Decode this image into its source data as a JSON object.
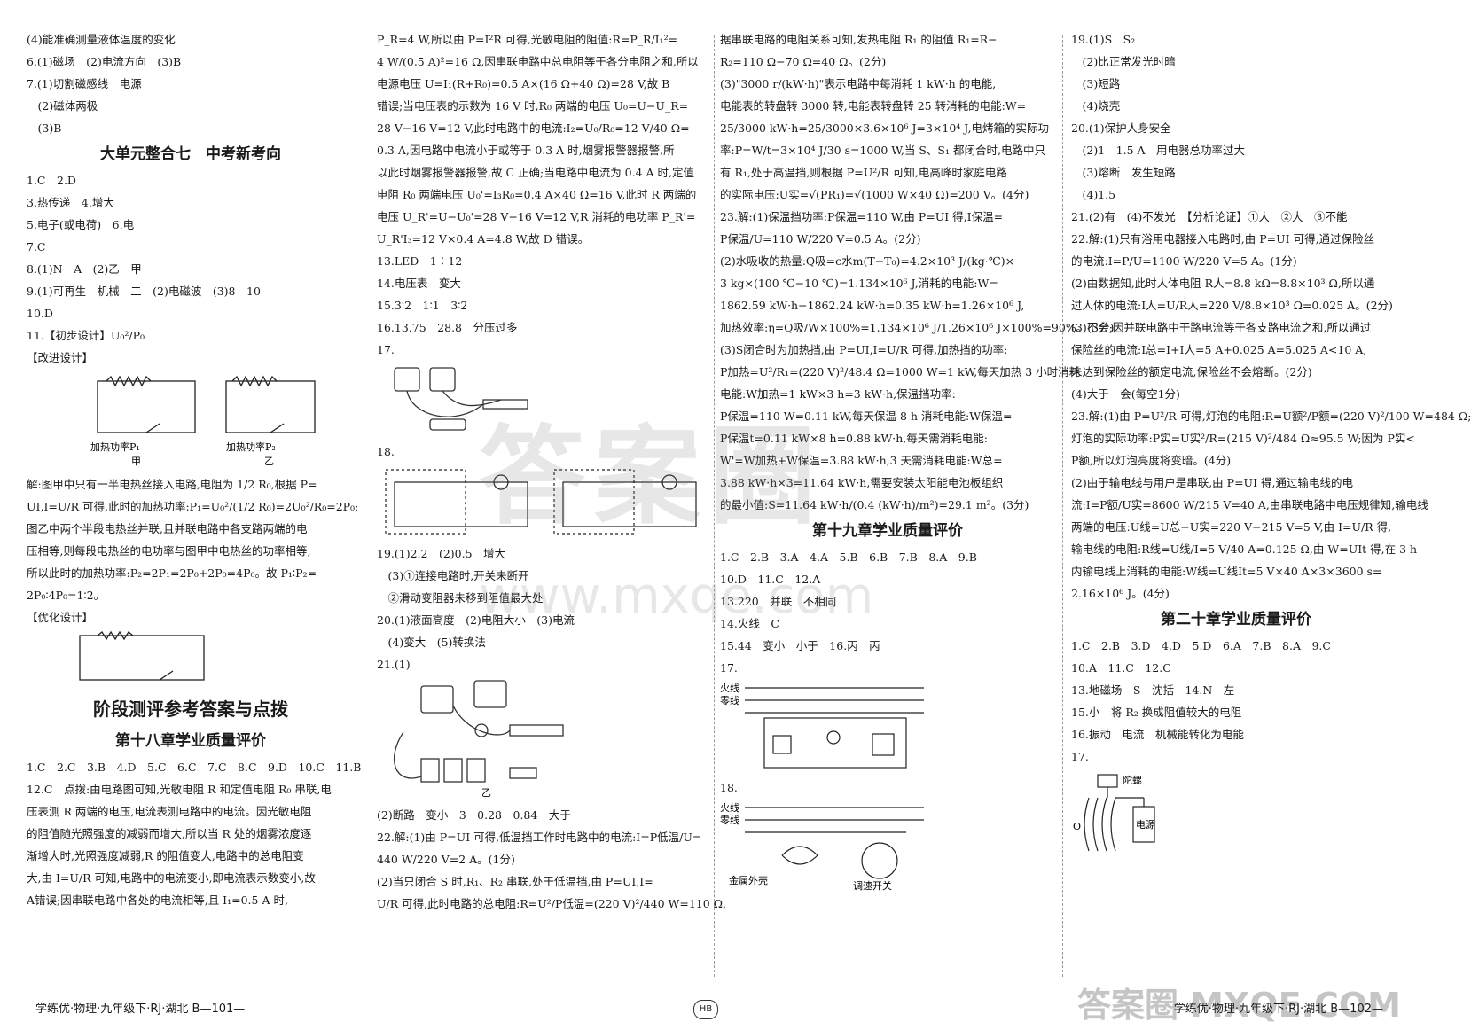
{
  "col1": {
    "a": [
      "(4)能准确测量液体温度的变化",
      "6.(1)磁场　(2)电流方向　(3)B",
      "7.(1)切割磁感线　电源",
      "　(2)磁体两极",
      "　(3)B"
    ],
    "heading1": "大单元整合七　中考新考向",
    "b": [
      "1.C　2.D",
      "3.热传递　4.增大",
      "5.电子(或电荷)　6.电",
      "7.C",
      "8.(1)N　A　(2)乙　甲",
      "9.(1)可再生　机械　二　(2)电磁波　(3)8　10",
      "10.D",
      "11.【初步设计】U₀²/P₀",
      "【改进设计】"
    ],
    "fig_labels": [
      "加热功率P₁",
      "甲",
      "加热功率P₂",
      "乙"
    ],
    "c": [
      "解:图甲中只有一半电热丝接入电路,电阻为 1/2 R₀,根据 P=",
      "UI,I=U/R 可得,此时的加热功率:P₁=U₀²/(1/2 R₀)=2U₀²/R₀=2P₀;",
      "图乙中两个半段电热丝并联,且并联电路中各支路两端的电",
      "压相等,则每段电热丝的电功率与图甲中电热丝的功率相等,",
      "所以此时的加热功率:P₂=2P₁=2P₀+2P₀=4P₀。故 P₁∶P₂=",
      "2P₀∶4P₀=1∶2。",
      "【优化设计】"
    ],
    "heading2": "阶段测评参考答案与点拨",
    "heading3": "第十八章学业质量评价",
    "d": [
      "1.C　2.C　3.B　4.D　5.C　6.C　7.C　8.C　9.D　10.C　11.B",
      "12.C　点拨:由电路图可知,光敏电阻 R 和定值电阻 R₀ 串联,电",
      "压表测 R 两端的电压,电流表测电路中的电流。因光敏电阻",
      "的阻值随光照强度的减弱而增大,所以当 R 处的烟雾浓度逐",
      "渐增大时,光照强度减弱,R 的阻值变大,电路中的总电阻变",
      "大,由 I=U/R 可知,电路中的电流变小,即电流表示数变小,故",
      "A错误;因串联电路中各处的电流相等,且 I₁=0.5 A 时,"
    ]
  },
  "col2": {
    "a": [
      "P_R=4 W,所以由 P=I²R 可得,光敏电阻的阻值:R=P_R/I₁²=",
      "4 W/(0.5 A)²=16 Ω,因串联电路中总电阻等于各分电阻之和,所以",
      "电源电压 U=I₁(R+R₀)=0.5 A×(16 Ω+40 Ω)=28 V,故 B",
      "错误;当电压表的示数为 16 V 时,R₀ 两端的电压 U₀=U−U_R=",
      "28 V−16 V=12 V,此时电路中的电流:I₂=U₀/R₀=12 V/40 Ω=",
      "0.3 A,因电路中电流小于或等于 0.3 A 时,烟雾报警器报警,所",
      "以此时烟雾报警器报警,故 C 正确;当电路中电流为 0.4 A 时,定值",
      "电阻 R₀ 两端电压 U₀'=I₃R₀=0.4 A×40 Ω=16 V,此时 R 两端的",
      "电压 U_R'=U−U₀'=28 V−16 V=12 V,R 消耗的电功率 P_R'=",
      "U_R'I₃=12 V×0.4 A=4.8 W,故 D 错误。",
      "13.LED　1∶12",
      "14.电压表　变大",
      "15.3∶2　1∶1　3∶2",
      "16.13.75　28.8　分压过多",
      "17."
    ],
    "b": [
      "18."
    ],
    "c": [
      "19.(1)2.2　(2)0.5　增大",
      "　(3)①连接电路时,开关未断开",
      "　②滑动变阻器未移到阻值最大处",
      "20.(1)液面高度　(2)电阻大小　(3)电流",
      "　(4)变大　(5)转换法",
      "21.(1)"
    ],
    "fig_label": "乙",
    "d": [
      "(2)断路　变小　3　0.28　0.84　大于",
      "22.解:(1)由 P=UI 可得,低温挡工作时电路中的电流:I=P低温/U=",
      "440 W/220 V=2 A。(1分)",
      "(2)当只闭合 S 时,R₁、R₂ 串联,处于低温挡,由 P=UI,I=",
      "U/R 可得,此时电路的总电阻:R=U²/P低温=(220 V)²/440 W=110 Ω,"
    ]
  },
  "col3": {
    "a": [
      "据串联电路的电阻关系可知,发热电阻 R₁ 的阻值 R₁=R−",
      "R₂=110 Ω−70 Ω=40 Ω。(2分)",
      "(3)\"3000 r/(kW·h)\"表示电路中每消耗 1 kW·h 的电能,",
      "电能表的转盘转 3000 转,电能表转盘转 25 转消耗的电能:W=",
      "25/3000 kW·h=25/3000×3.6×10⁶ J=3×10⁴ J,电烤箱的实际功",
      "率:P=W/t=3×10⁴ J/30 s=1000 W,当 S、S₁ 都闭合时,电路中只",
      "有 R₁,处于高温挡,则根据 P=U²/R 可知,电高峰时家庭电路",
      "的实际电压:U实=√(PR₁)=√(1000 W×40 Ω)=200 V。(4分)",
      "23.解:(1)保温挡功率:P保温=110 W,由 P=UI 得,I保温=",
      "P保温/U=110 W/220 V=0.5 A。(2分)",
      "(2)水吸收的热量:Q吸=c水m(T−T₀)=4.2×10³ J/(kg·℃)×",
      "3 kg×(100 ℃−10 ℃)=1.134×10⁶ J,消耗的电能:W=",
      "1862.59 kW·h−1862.24 kW·h=0.35 kW·h=1.26×10⁶ J,",
      "加热效率:η=Q吸/W×100%=1.134×10⁶ J/1.26×10⁶ J×100%=90%。(3分)",
      "(3)S闭合时为加热挡,由 P=UI,I=U/R 可得,加热挡的功率:",
      "P加热=U²/R₁=(220 V)²/48.4 Ω=1000 W=1 kW,每天加热 3 小时消耗",
      "电能:W加热=1 kW×3 h=3 kW·h,保温挡功率:",
      "P保温=110 W=0.11 kW,每天保温 8 h 消耗电能:W保温=",
      "P保温t=0.11 kW×8 h=0.88 kW·h,每天需消耗电能:",
      "W'=W加热+W保温=3.88 kW·h,3 天需消耗电能:W总=",
      "3.88 kW·h×3=11.64 kW·h,需要安装太阳能电池板组织",
      "的最小值:S=11.64 kW·h/(0.4 (kW·h)/m²)=29.1 m²。(3分)"
    ],
    "heading": "第十九章学业质量评价",
    "b": [
      "1.C　2.B　3.A　4.A　5.B　6.B　7.B　8.A　9.B",
      "10.D　11.C　12.A",
      "13.220　并联　不相同",
      "14.火线　C",
      "15.44　变小　小于　16.丙　丙",
      "17."
    ],
    "c": [
      "18."
    ],
    "fig18_labels": [
      "火线",
      "零线",
      "金属外壳",
      "调速开关"
    ],
    "fig17_labels": [
      "火线",
      "零线"
    ]
  },
  "col4": {
    "a": [
      "19.(1)S　S₂",
      "　(2)比正常发光时暗",
      "　(3)短路",
      "　(4)烧壳",
      "20.(1)保护人身安全",
      "　(2)1　1.5 A　用电器总功率过大",
      "　(3)熔断　发生短路",
      "　(4)1.5",
      "21.(2)有　(4)不发光　【分析论证】①大　②大　③不能",
      "22.解:(1)只有浴用电器接入电路时,由 P=UI 可得,通过保险丝",
      "的电流:I=P/U=1100 W/220 V=5 A。(1分)",
      "(2)由数据知,此时人体电阻 R人=8.8 kΩ=8.8×10³ Ω,所以通",
      "过人体的电流:I人=U/R人=220 V/8.8×10³ Ω=0.025 A。(2分)",
      "(3)不会;因并联电路中干路电流等于各支路电流之和,所以通过",
      "保险丝的电流:I总=I+I人=5 A+0.025 A=5.025 A<10 A,",
      "未达到保险丝的额定电流,保险丝不会熔断。(2分)",
      "(4)大于　会(每空1分)",
      "23.解:(1)由 P=U²/R 可得,灯泡的电阻:R=U额²/P额=(220 V)²/100 W=484 Ω;",
      "灯泡的实际功率:P实=U实²/R=(215 V)²/484 Ω≈95.5 W;因为 P实<",
      "P额,所以灯泡亮度将变暗。(4分)",
      "(2)由于输电线与用户是串联,由 P=UI 得,通过输电线的电",
      "流:I=P额/U实=8600 W/215 V=40 A,由串联电路中电压规律知,输电线",
      "两端的电压:U线=U总−U实=220 V−215 V=5 V,由 I=U/R 得,",
      "输电线的电阻:R线=U线/I=5 V/40 A=0.125 Ω,由 W=UIt 得,在 3 h",
      "内输电线上消耗的电能:W线=U线It=5 V×40 A×3×3600 s=",
      "2.16×10⁶ J。(4分)"
    ],
    "heading": "第二十章学业质量评价",
    "b": [
      "1.C　2.B　3.D　4.D　5.D　6.A　7.B　8.A　9.C",
      "10.A　11.C　12.C",
      "13.地磁场　S　沈括　14.N　左",
      "15.小　将 R₂ 换成阻值较大的电阻",
      "16.振动　电流　机械能转化为电能",
      "17."
    ],
    "fig_labels": [
      "陀螺",
      "电源",
      "O"
    ]
  },
  "footer": {
    "left": "学练优·物理·九年级下·RJ·湖北 B—101—",
    "center": "HB",
    "right": "学练优·物理·九年级下·RJ·湖北 B—102—"
  },
  "watermark": {
    "main": "答案圈",
    "url": "www.mxqe.com",
    "corner": "答案圈 MXQE.COM"
  }
}
